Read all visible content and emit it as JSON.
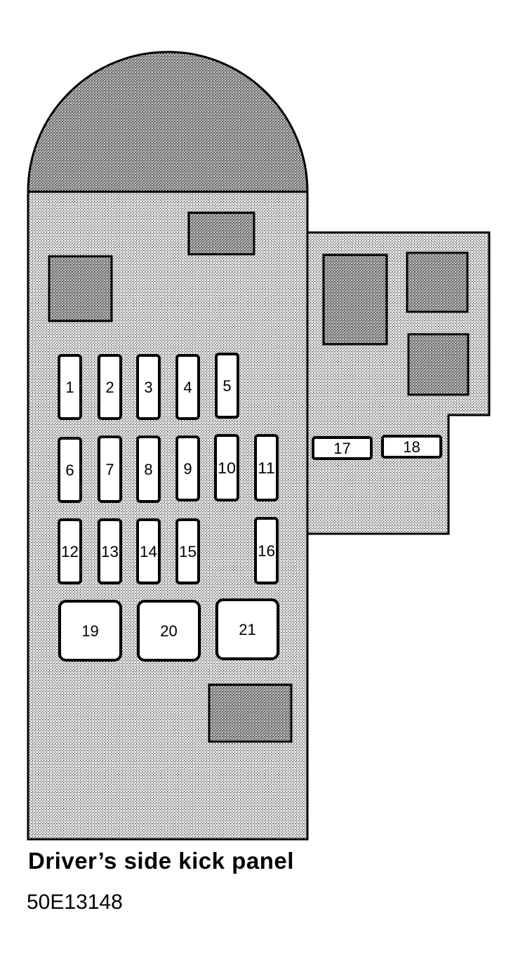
{
  "caption": "Driver’s side kick panel",
  "code": "50E13148",
  "colors": {
    "ink": "#000000",
    "paper": "#ffffff",
    "stipple": "#7a7a7a"
  },
  "fuses": [
    {
      "id": "fuse-1",
      "label": "1"
    },
    {
      "id": "fuse-2",
      "label": "2"
    },
    {
      "id": "fuse-3",
      "label": "3"
    },
    {
      "id": "fuse-4",
      "label": "4"
    },
    {
      "id": "fuse-5",
      "label": "5"
    },
    {
      "id": "fuse-6",
      "label": "6"
    },
    {
      "id": "fuse-7",
      "label": "7"
    },
    {
      "id": "fuse-8",
      "label": "8"
    },
    {
      "id": "fuse-9",
      "label": "9"
    },
    {
      "id": "fuse-10",
      "label": "10"
    },
    {
      "id": "fuse-11",
      "label": "11"
    },
    {
      "id": "fuse-12",
      "label": "12"
    },
    {
      "id": "fuse-13",
      "label": "13"
    },
    {
      "id": "fuse-14",
      "label": "14"
    },
    {
      "id": "fuse-15",
      "label": "15"
    },
    {
      "id": "fuse-16",
      "label": "16"
    },
    {
      "id": "fuse-17",
      "label": "17"
    },
    {
      "id": "fuse-18",
      "label": "18"
    },
    {
      "id": "fuse-19",
      "label": "19"
    },
    {
      "id": "fuse-20",
      "label": "20"
    },
    {
      "id": "fuse-21",
      "label": "21"
    }
  ]
}
